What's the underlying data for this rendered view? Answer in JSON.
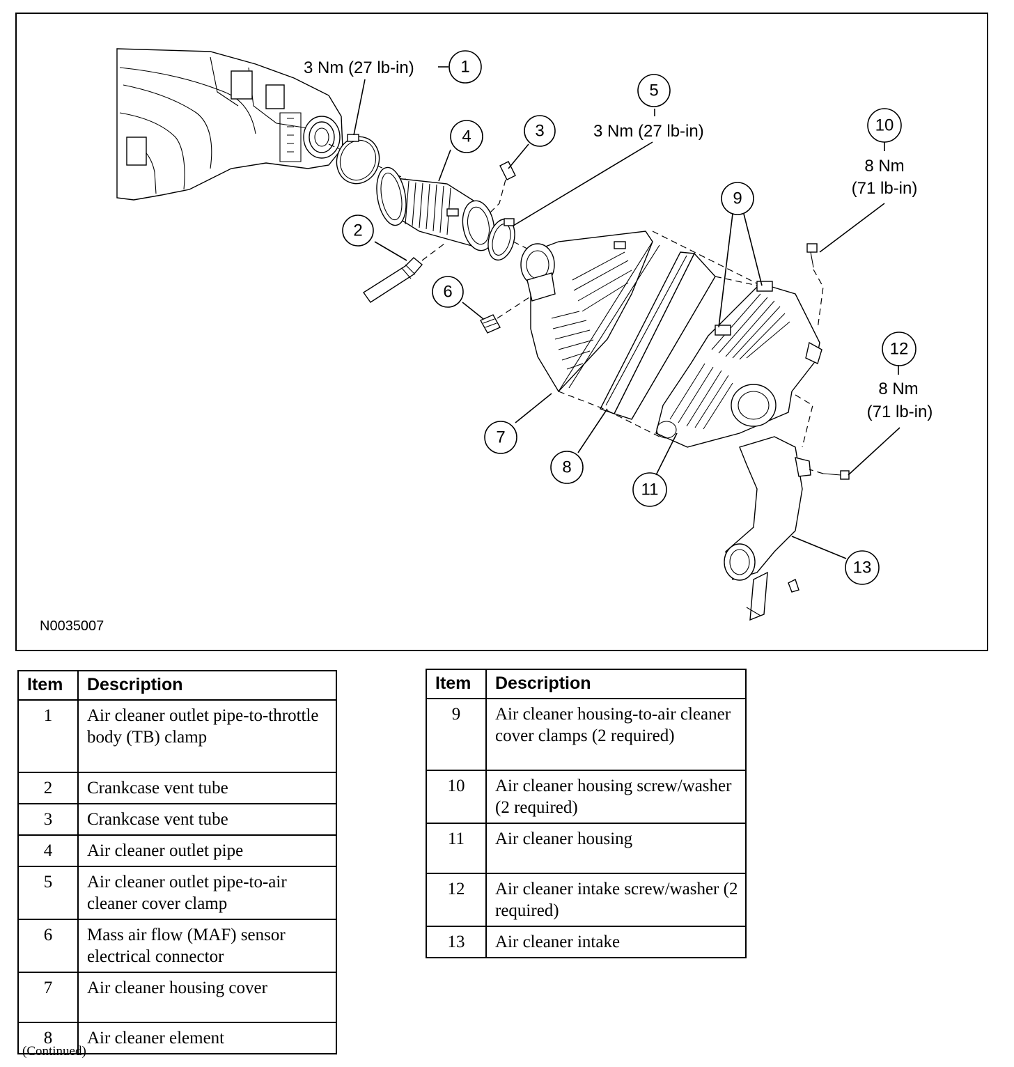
{
  "figure": {
    "figure_id": "N0035007",
    "callouts": [
      {
        "number": "1",
        "torque": "3 Nm (27 lb-in)"
      },
      {
        "number": "2"
      },
      {
        "number": "3"
      },
      {
        "number": "4"
      },
      {
        "number": "5",
        "torque": "3 Nm (27 lb-in)"
      },
      {
        "number": "6"
      },
      {
        "number": "7"
      },
      {
        "number": "8"
      },
      {
        "number": "9"
      },
      {
        "number": "10",
        "torque_nm": "8 Nm",
        "torque_lbin": "(71 lb-in)"
      },
      {
        "number": "11"
      },
      {
        "number": "12",
        "torque_nm": "8 Nm",
        "torque_lbin": "(71 lb-in)"
      },
      {
        "number": "13"
      }
    ]
  },
  "tables": {
    "headers": {
      "item": "Item",
      "description": "Description"
    },
    "left": [
      {
        "item": "1",
        "description": "Air cleaner outlet pipe-to-throttle body (TB) clamp"
      },
      {
        "item": "2",
        "description": "Crankcase vent tube"
      },
      {
        "item": "3",
        "description": "Crankcase vent tube"
      },
      {
        "item": "4",
        "description": "Air cleaner outlet pipe"
      },
      {
        "item": "5",
        "description": "Air cleaner outlet pipe-to-air cleaner cover clamp"
      },
      {
        "item": "6",
        "description": "Mass air flow (MAF) sensor electrical connector"
      },
      {
        "item": "7",
        "description": "Air cleaner housing cover"
      },
      {
        "item": "8",
        "description": "Air cleaner element"
      }
    ],
    "right": [
      {
        "item": "9",
        "description": "Air cleaner housing-to-air cleaner cover clamps (2 required)"
      },
      {
        "item": "10",
        "description": "Air cleaner housing screw/washer (2 required)"
      },
      {
        "item": "11",
        "description": "Air cleaner housing"
      },
      {
        "item": "12",
        "description": "Air cleaner intake screw/washer (2 required)"
      },
      {
        "item": "13",
        "description": "Air cleaner intake"
      }
    ]
  },
  "footer": {
    "continued": "(Continued)"
  }
}
